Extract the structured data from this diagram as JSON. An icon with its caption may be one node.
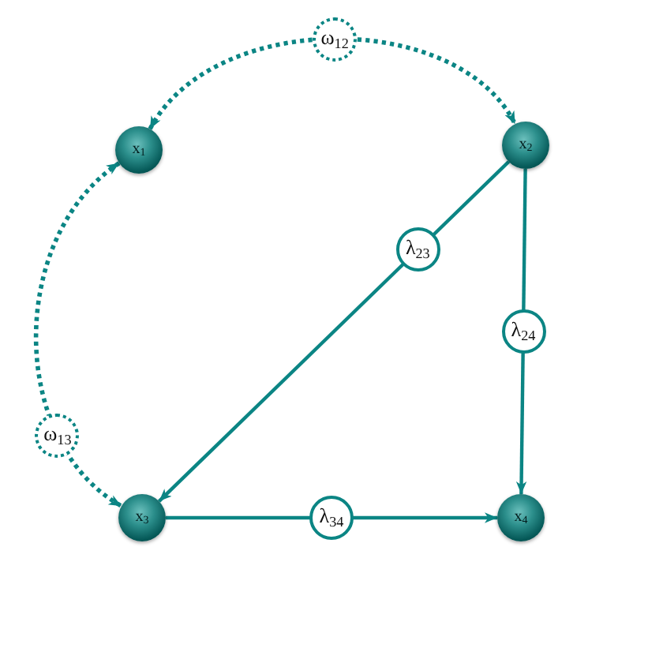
{
  "diagram": {
    "nodes": [
      {
        "text": [
          "x$_{1}$"
        ]
      },
      {
        "text": [
          "x$_{2}$"
        ]
      },
      {
        "text": [
          "x$_{3}$"
        ]
      },
      {
        "text": [
          "x$_{4}$"
        ]
      }
    ],
    "edges": [
      {
        "from": 0,
        "to": 1,
        "arrow": "both",
        "label": "ω$_{12}$",
        "style": "dashed"
      },
      {
        "from": 0,
        "to": 2,
        "arrow": "both",
        "label": "ω$_{13}$",
        "style": "dashed"
      },
      {
        "from": 1,
        "to": 2,
        "arrow": "to",
        "label": "λ$_{23}$"
      },
      {
        "from": 1,
        "to": 3,
        "arrow": "to",
        "label": "λ$_{24}$"
      },
      {
        "from": 2,
        "to": 3,
        "arrow": "to",
        "label": "λ$_{34}$"
      }
    ]
  }
}
